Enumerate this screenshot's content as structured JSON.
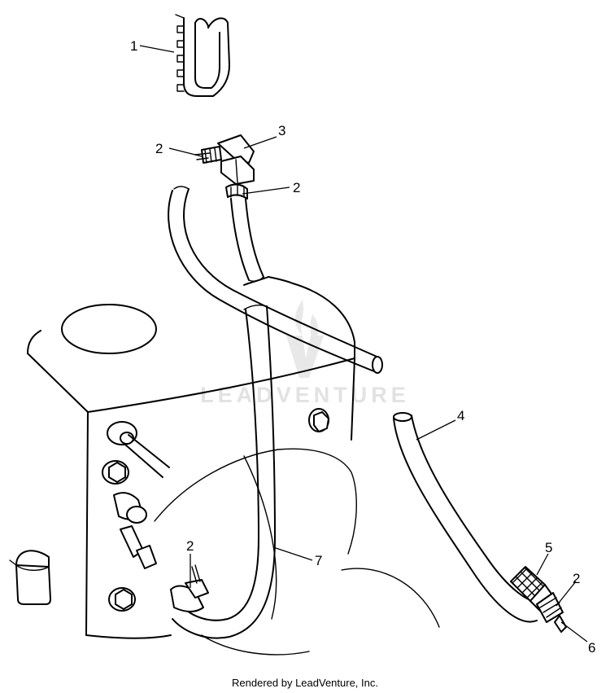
{
  "watermark": {
    "text": "LEADVENTURE"
  },
  "footer": {
    "text": "Rendered by LeadVenture, Inc."
  },
  "callouts": [
    {
      "id": "c1a",
      "label": "1"
    },
    {
      "id": "c2a",
      "label": "2"
    },
    {
      "id": "c3",
      "label": "3"
    },
    {
      "id": "c2b",
      "label": "2"
    },
    {
      "id": "c4",
      "label": "4"
    },
    {
      "id": "c5",
      "label": "5"
    },
    {
      "id": "c2c",
      "label": "2"
    },
    {
      "id": "c6",
      "label": "6"
    },
    {
      "id": "c2d",
      "label": "2"
    },
    {
      "id": "c7",
      "label": "7"
    }
  ]
}
